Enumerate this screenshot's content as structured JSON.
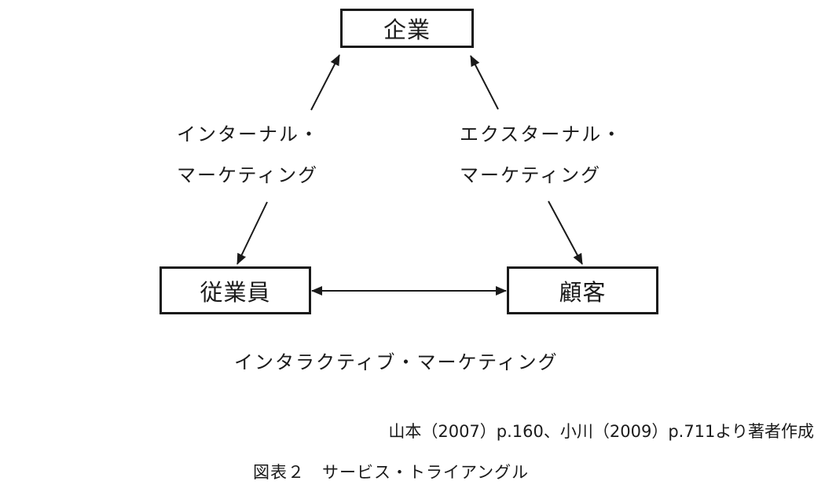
{
  "nodes": {
    "company": "企業",
    "employee": "従業員",
    "customer": "顧客"
  },
  "edges": {
    "internal": [
      "インターナル・",
      "マーケティング"
    ],
    "external": [
      "エクスターナル・",
      "マーケティング"
    ],
    "interactive": "インタラクティブ・マーケティング"
  },
  "source_note": "山本（2007）p.160、小川（2009）p.711より著者作成",
  "caption": "図表２　サービス・トライアングル"
}
